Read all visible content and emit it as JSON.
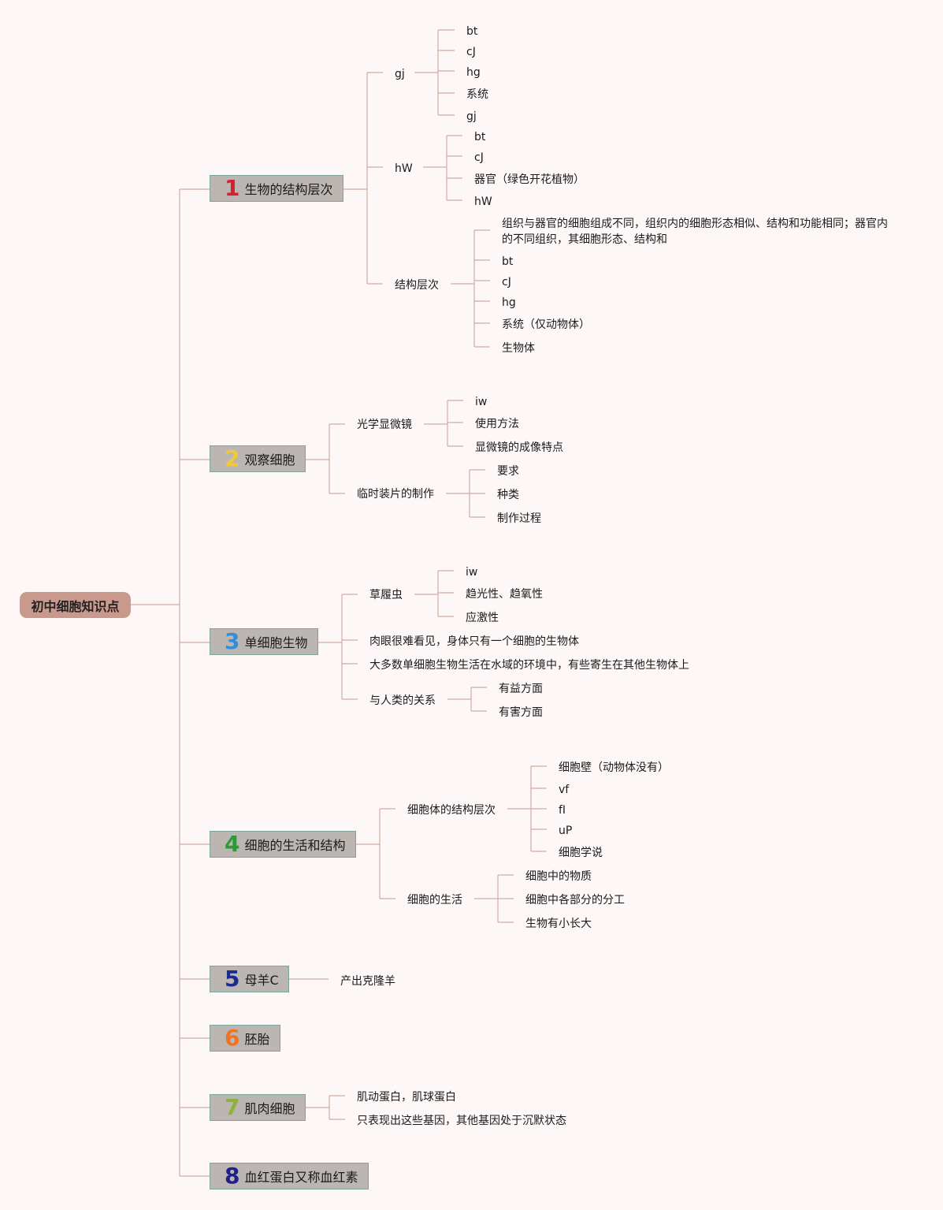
{
  "root": {
    "label": "初中细胞知识点"
  },
  "colors": {
    "line": "#d3aba4",
    "root_bg": "#c9998d",
    "topic_bg": "#bcb6b3",
    "topic_border": "#7fa59a"
  },
  "topics": [
    {
      "num": "1",
      "num_color": "#d7202f",
      "label": "生物的结构层次",
      "children": [
        {
          "label": "gj",
          "children": [
            {
              "label": "bt"
            },
            {
              "label": "cJ"
            },
            {
              "label": "hg"
            },
            {
              "label": "系统"
            },
            {
              "label": "gj"
            }
          ]
        },
        {
          "label": "hW",
          "children": [
            {
              "label": "bt"
            },
            {
              "label": "cJ"
            },
            {
              "label": "器官（绿色开花植物）"
            },
            {
              "label": "hW"
            }
          ]
        },
        {
          "label": "结构层次",
          "children": [
            {
              "label": "组织与器官的细胞组成不同，组织内的细胞形态相似、结构和功能相同；器官内的不同组织，其细胞形态、结构和"
            },
            {
              "label": "bt"
            },
            {
              "label": "cJ"
            },
            {
              "label": "hg"
            },
            {
              "label": "系统（仅动物体）"
            },
            {
              "label": "生物体"
            }
          ]
        }
      ]
    },
    {
      "num": "2",
      "num_color": "#f0c93b",
      "label": "观察细胞",
      "children": [
        {
          "label": "光学显微镜",
          "children": [
            {
              "label": "iw"
            },
            {
              "label": "使用方法"
            },
            {
              "label": "显微镜的成像特点"
            }
          ]
        },
        {
          "label": "临时装片的制作",
          "children": [
            {
              "label": "要求"
            },
            {
              "label": "种类"
            },
            {
              "label": "制作过程"
            }
          ]
        }
      ]
    },
    {
      "num": "3",
      "num_color": "#2f8fdc",
      "label": "单细胞生物",
      "children": [
        {
          "label": "草履虫",
          "children": [
            {
              "label": "iw"
            },
            {
              "label": "趋光性、趋氧性"
            },
            {
              "label": "应激性"
            }
          ]
        },
        {
          "label": "肉眼很难看见，身体只有一个细胞的生物体"
        },
        {
          "label": "大多数单细胞生物生活在水域的环境中，有些寄生在其他生物体上"
        },
        {
          "label": "与人类的关系",
          "children": [
            {
              "label": "有益方面"
            },
            {
              "label": "有害方面"
            }
          ]
        }
      ]
    },
    {
      "num": "4",
      "num_color": "#2a9c36",
      "label": "细胞的生活和结构",
      "children": [
        {
          "label": "细胞体的结构层次",
          "children": [
            {
              "label": "细胞壁（动物体没有）"
            },
            {
              "label": "vf"
            },
            {
              "label": "fI"
            },
            {
              "label": "uP"
            },
            {
              "label": "细胞学说"
            }
          ]
        },
        {
          "label": "细胞的生活",
          "children": [
            {
              "label": "细胞中的物质"
            },
            {
              "label": "细胞中各部分的分工"
            },
            {
              "label": "生物有小长大"
            }
          ]
        }
      ]
    },
    {
      "num": "5",
      "num_color": "#1c2c8c",
      "label": "母羊C",
      "children": [
        {
          "label": "产出克隆羊"
        }
      ]
    },
    {
      "num": "6",
      "num_color": "#ee7324",
      "label": "胚胎",
      "children": []
    },
    {
      "num": "7",
      "num_color": "#8cb43c",
      "label": "肌肉细胞",
      "children": [
        {
          "label": "肌动蛋白，肌球蛋白"
        },
        {
          "label": "只表现出这些基因，其他基因处于沉默状态"
        }
      ]
    },
    {
      "num": "8",
      "num_color": "#1e1e8c",
      "label": "血红蛋白又称血红素",
      "children": []
    }
  ]
}
